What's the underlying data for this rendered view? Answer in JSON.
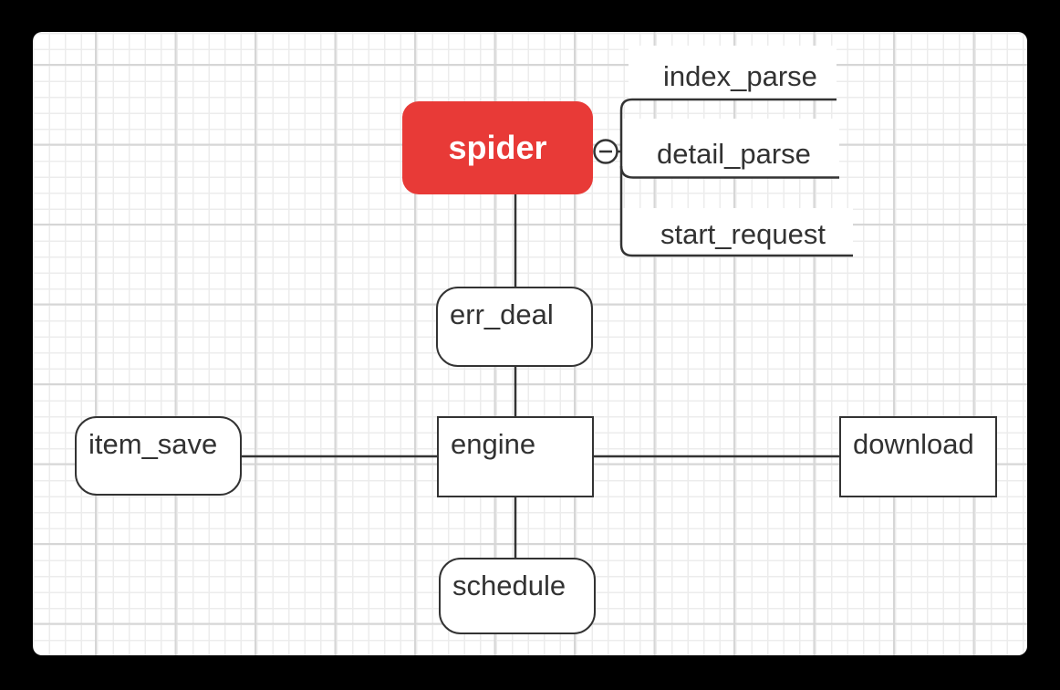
{
  "app": {
    "view": "mind-map-canvas"
  },
  "colors": {
    "frame_background": "#000000",
    "canvas_background": "#FFFFFF",
    "grid_minor": "#ECECEC",
    "grid_major": "#D6D6D6",
    "root_fill": "#E83A37",
    "root_text": "#FFFFFF",
    "line": "#333333",
    "node_border": "#333333",
    "node_fill": "#FFFFFF",
    "node_text": "#323232"
  },
  "diagram": {
    "root": {
      "label": "spider",
      "shape": "rounded-filled"
    },
    "collapse_button": {
      "symbol": "−",
      "state": "expanded"
    },
    "branches_right": [
      {
        "label": "index_parse",
        "style": "underline"
      },
      {
        "label": "detail_parse",
        "style": "underline"
      },
      {
        "label": "start_request",
        "style": "underline"
      }
    ],
    "nodes": [
      {
        "label": "err_deal",
        "shape": "rounded"
      },
      {
        "label": "engine",
        "shape": "rectangle"
      },
      {
        "label": "item_save",
        "shape": "rounded"
      },
      {
        "label": "download",
        "shape": "rectangle"
      },
      {
        "label": "schedule",
        "shape": "rounded"
      }
    ],
    "connections": [
      "spider-err_deal",
      "err_deal-engine",
      "engine-schedule",
      "item_save-engine",
      "engine-download",
      "spider-index_parse",
      "spider-detail_parse",
      "spider-start_request"
    ]
  }
}
